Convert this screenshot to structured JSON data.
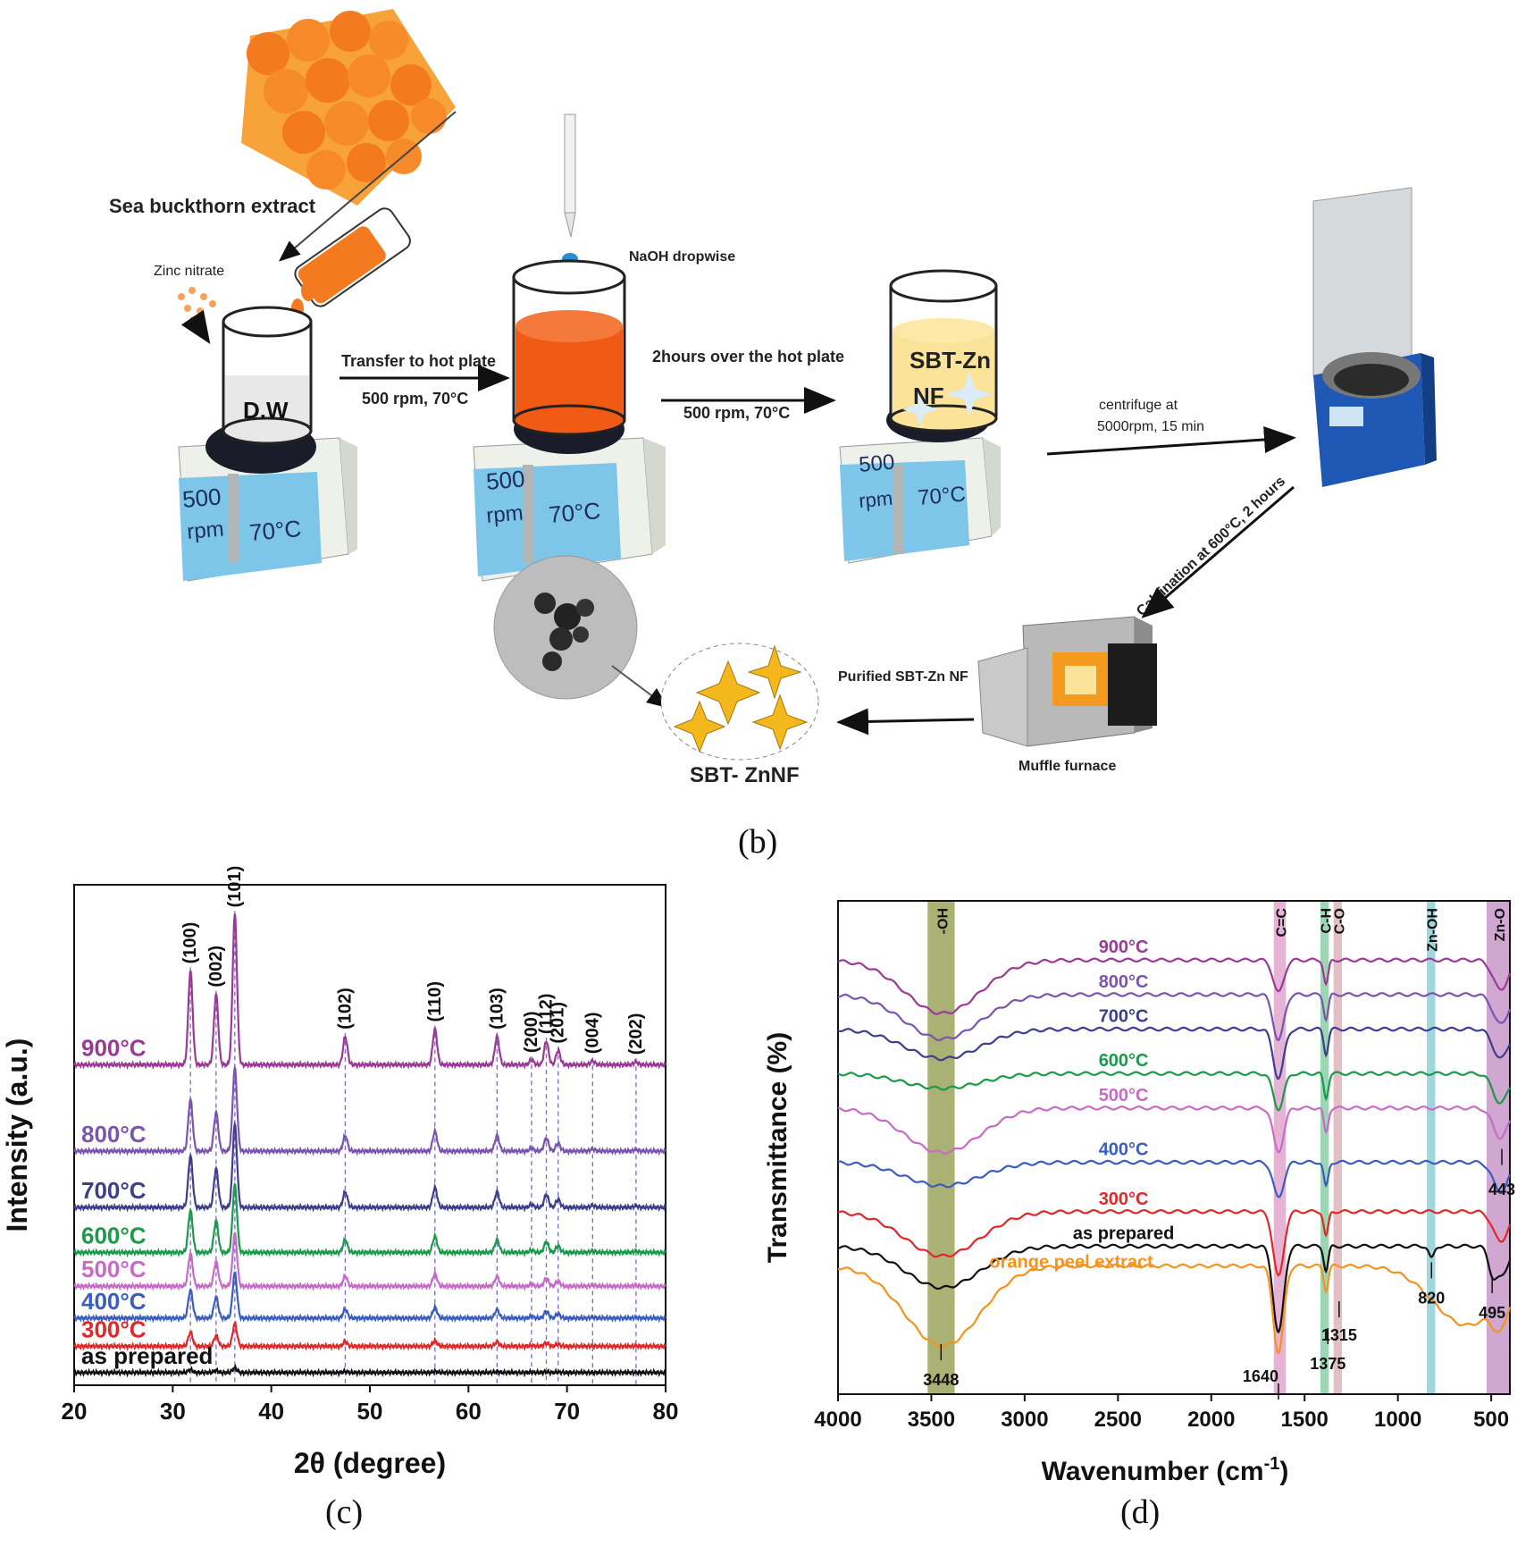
{
  "scheme": {
    "sea_buckthorn": "Sea buckthorn extract",
    "zinc_nitrate": "Zinc nitrate",
    "dw": "D.W",
    "naoh": "NaOH  dropwise",
    "transfer": "Transfer to hot plate",
    "cond1": "500 rpm, 70°C",
    "two_hours": "2hours over the hot plate",
    "cond2": "500 rpm, 70°C",
    "sbt_zn_1": "SBT-Zn",
    "sbt_zn_2": "NF",
    "centrifuge_1": "centrifuge at",
    "centrifuge_2": "5000rpm, 15 min",
    "calcination": "Calcination at 600°C, 2 hours",
    "muffle": "Muffle furnace",
    "purified": "Purified SBT-Zn NF",
    "final": "SBT- ZnNF",
    "display_rpm_value": "500",
    "display_rpm_unit": "rpm",
    "display_temp": "70°C",
    "colors": {
      "extract": "#f47a20",
      "display": "#7ec5ea",
      "star": "#f4b81c",
      "furnace_glow": "#f39a1f"
    }
  },
  "labels": {
    "b": "(b)",
    "c": "(c)",
    "d": "(d)"
  },
  "chart_data": [
    {
      "type": "line",
      "xlabel": "2θ (degree)",
      "ylabel": "Intensity (a.u.)",
      "xlim": [
        20,
        80
      ],
      "xticks": [
        20,
        30,
        40,
        50,
        60,
        70,
        80
      ],
      "peaks": [
        {
          "label": "(100)",
          "x": 31.8,
          "h": 1.0
        },
        {
          "label": "(002)",
          "x": 34.4,
          "h": 0.75
        },
        {
          "label": "(101)",
          "x": 36.3,
          "h": 1.6
        },
        {
          "label": "(102)",
          "x": 47.5,
          "h": 0.3
        },
        {
          "label": "(110)",
          "x": 56.6,
          "h": 0.38
        },
        {
          "label": "(103)",
          "x": 62.9,
          "h": 0.3
        },
        {
          "label": "(200)",
          "x": 66.4,
          "h": 0.05
        },
        {
          "label": "(112)",
          "x": 67.9,
          "h": 0.25
        },
        {
          "label": "(201)",
          "x": 69.1,
          "h": 0.15
        },
        {
          "label": "(004)",
          "x": 72.6,
          "h": 0.04
        },
        {
          "label": "(202)",
          "x": 77.0,
          "h": 0.03
        }
      ],
      "series": [
        {
          "name": "900°C",
          "color": "#9b3a96",
          "baseline": 0.83,
          "scale": 1.0
        },
        {
          "name": "800°C",
          "color": "#7a55b0",
          "baseline": 0.6,
          "scale": 0.55
        },
        {
          "name": "700°C",
          "color": "#3e3e8c",
          "baseline": 0.45,
          "scale": 0.55
        },
        {
          "name": "600°C",
          "color": "#1a9a4a",
          "baseline": 0.33,
          "scale": 0.45
        },
        {
          "name": "500°C",
          "color": "#c86ac8",
          "baseline": 0.24,
          "scale": 0.35
        },
        {
          "name": "400°C",
          "color": "#3a5dbe",
          "baseline": 0.155,
          "scale": 0.3
        },
        {
          "name": "300°C",
          "color": "#e02828",
          "baseline": 0.08,
          "scale": 0.15
        },
        {
          "name": "as prepared",
          "color": "#111111",
          "baseline": 0.01,
          "scale": 0.03
        }
      ]
    },
    {
      "type": "line",
      "xlabel": "Wavenumber (cm",
      "xlabel_sup": "-1",
      "ylabel": "Transmittance (%)",
      "xlim": [
        4000,
        400
      ],
      "xticks": [
        4000,
        3500,
        3000,
        2500,
        2000,
        1500,
        1000,
        500
      ],
      "bands": [
        {
          "label": "-OH",
          "from": 3520,
          "to": 3375,
          "color": "#9aa35a"
        },
        {
          "label": "C=C",
          "from": 1665,
          "to": 1600,
          "color": "#e0a6cc"
        },
        {
          "label": "C-H",
          "from": 1415,
          "to": 1370,
          "color": "#8ccfa8"
        },
        {
          "label": "C-O",
          "from": 1345,
          "to": 1300,
          "color": "#e0b4bc"
        },
        {
          "label": "Zn-OH",
          "from": 845,
          "to": 800,
          "color": "#8fd0d8"
        },
        {
          "label": "Zn-O",
          "from": 525,
          "to": 400,
          "color": "#c898c8"
        }
      ],
      "annotations": [
        {
          "label": "3448",
          "x": 3448
        },
        {
          "label": "1640",
          "x": 1640
        },
        {
          "label": "1375",
          "x": 1375
        },
        {
          "label": "1315",
          "x": 1315
        },
        {
          "label": "820",
          "x": 820
        },
        {
          "label": "495",
          "x": 495
        },
        {
          "label": "443",
          "x": 443
        }
      ],
      "series": [
        {
          "name": "900°C",
          "color": "#9b3a96",
          "baseline": 0.88,
          "oh": 0.13,
          "cc": 0.12
        },
        {
          "name": "800°C",
          "color": "#7a55b0",
          "baseline": 0.81,
          "oh": 0.1,
          "cc": 0.17
        },
        {
          "name": "700°C",
          "color": "#3e3e8c",
          "baseline": 0.74,
          "oh": 0.05,
          "cc": 0.18
        },
        {
          "name": "600°C",
          "color": "#1a9a4a",
          "baseline": 0.65,
          "oh": 0.0,
          "cc": 0.13
        },
        {
          "name": "500°C",
          "color": "#c86ac8",
          "baseline": 0.58,
          "oh": 0.1,
          "cc": 0.16
        },
        {
          "name": "400°C",
          "color": "#3a5dbe",
          "baseline": 0.47,
          "oh": 0.03,
          "cc": 0.13
        },
        {
          "name": "300°C",
          "color": "#e02828",
          "baseline": 0.37,
          "oh": 0.1,
          "cc": 0.24
        },
        {
          "name": "as prepared",
          "color": "#111111",
          "baseline": 0.3,
          "oh": 0.09,
          "cc": 0.32
        },
        {
          "name": "orange peel extract",
          "color": "#f6921e",
          "baseline": 0.26,
          "oh": 0.22,
          "cc": 0.32
        }
      ]
    }
  ]
}
